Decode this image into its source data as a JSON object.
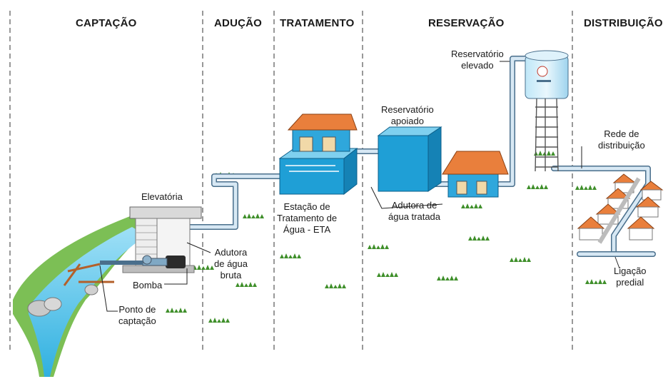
{
  "stages": [
    {
      "label": "CAPTAÇÃO"
    },
    {
      "label": "ADUÇÃO"
    },
    {
      "label": "TRATAMENTO"
    },
    {
      "label": "RESERVAÇÃO"
    },
    {
      "label": "DISTRIBUIÇÃO"
    }
  ],
  "labels": {
    "elevatoria": "Elevatória",
    "adutora_bruta": [
      "Adutora",
      "de água",
      "bruta"
    ],
    "bomba": "Bomba",
    "ponto_captacao": [
      "Ponto de",
      "captação"
    ],
    "eta": [
      "Estação de",
      "Tratamento de",
      "Água - ETA"
    ],
    "reservatorio_apoiado": [
      "Reservatório",
      "apoiado"
    ],
    "adutora_tratada": [
      "Adutora de",
      "água tratada"
    ],
    "reservatorio_elevado": [
      "Reservatório",
      "elevado"
    ],
    "rede_distribuicao": [
      "Rede de",
      "distribuição"
    ],
    "ligacao_predial": [
      "Ligação",
      "predial"
    ]
  },
  "colors": {
    "pipe": "#cfe3f2",
    "pipe_outline": "#4a6f8c",
    "water": "#3fb8e6",
    "tank": "#1f9fd6",
    "roof": "#e97f3c",
    "grass": "#3f8f2a",
    "divider": "#555555"
  }
}
